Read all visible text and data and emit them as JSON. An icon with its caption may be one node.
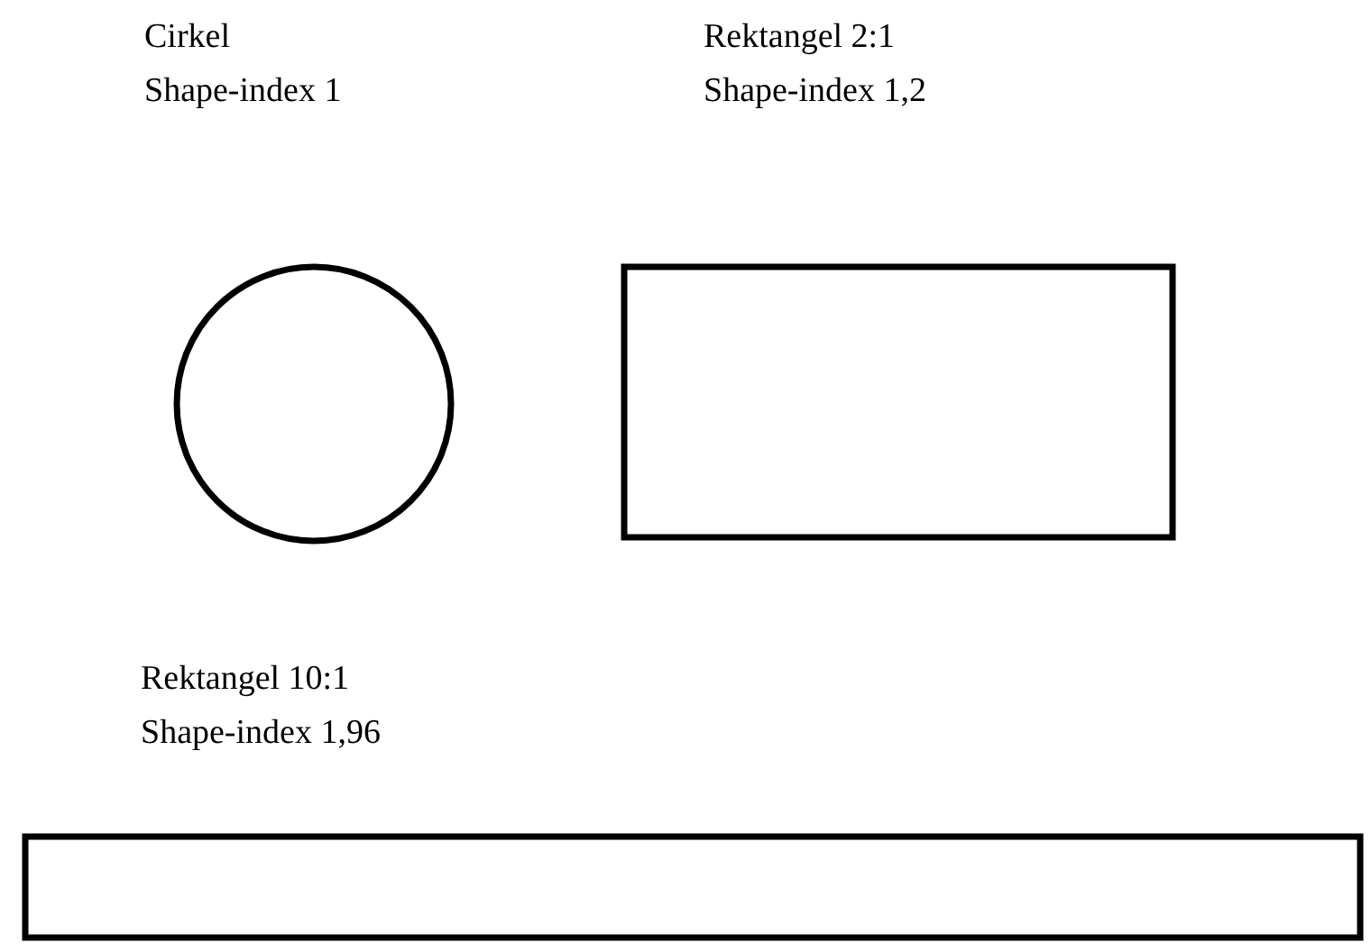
{
  "diagram": {
    "nodes": [
      {
        "text": [],
        "shape": "circle",
        "beside": [
          "Cirkel",
          "Shape-index 1"
        ]
      },
      {
        "text": [],
        "shape": "box",
        "beside": [
          "Rektangel 2:1",
          "Shape-index 1,2"
        ]
      },
      {
        "text": [],
        "shape": "box",
        "beside": [
          "Rektangel 10:1",
          "Shape-index 1,96"
        ]
      }
    ]
  }
}
